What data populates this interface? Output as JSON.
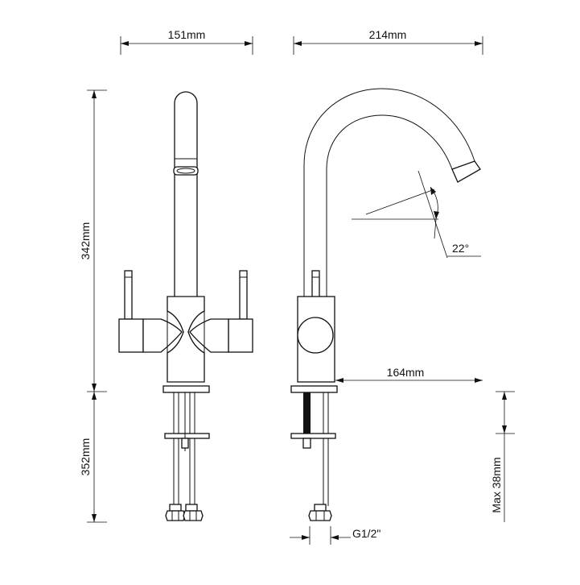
{
  "drawing": {
    "front_view": {
      "width_label": "151mm",
      "height_above_label": "342mm",
      "height_below_label": "352mm"
    },
    "side_view": {
      "reach_label": "214mm",
      "spout_clearance_label": "164mm",
      "angle_label": "22°",
      "thread_label": "G1/2\"",
      "max_thickness_label": "Max 38mm"
    }
  }
}
